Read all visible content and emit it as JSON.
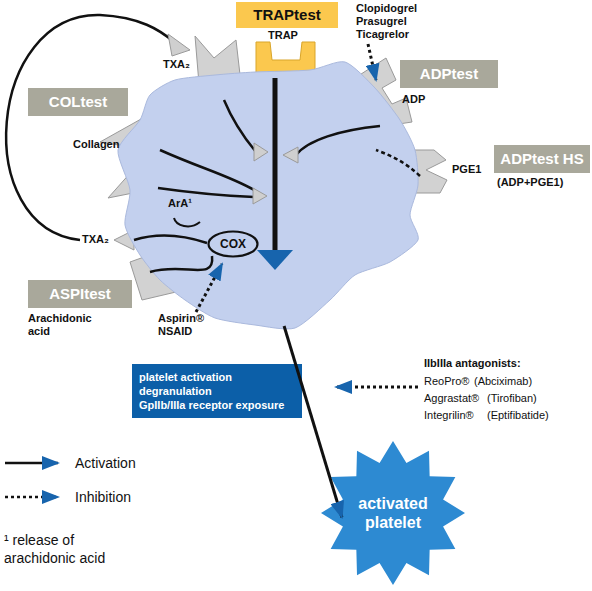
{
  "diagram": {
    "nodes": [
      {
        "text": [
          "TRAPtest"
        ]
      },
      {
        "text": [
          "ADPtest"
        ]
      },
      {
        "text": [
          "COLtest"
        ]
      },
      {
        "text": [
          "ADPtest HS"
        ]
      },
      {
        "text": [
          "ArA¹"
        ]
      },
      {
        "text": [
          "COX"
        ],
        "in": 4
      },
      {
        "text": [
          "ASPItest"
        ]
      },
      {
        "text": [
          "platelet activation",
          "degranulation",
          "GpIIb/IIIa receptor exposure"
        ]
      },
      {
        "text": [
          "activated platelet"
        ]
      }
    ],
    "edges": [
      {
        "from": 4,
        "to": 8,
        "arrow": "to"
      }
    ],
    "labels": [
      "TXA₂",
      "TRAP",
      "Clopidogrel Prasugrel Ticagrelor",
      "ADP",
      "Collagen",
      "PGE1",
      "(ADP+PGE1)",
      "TXA₂",
      "Arachidonic acid",
      "Aspirin® NSAID",
      "IIbIIIa antagonists:",
      "ReoPro®",
      "(Abciximab)",
      "Aggrastat®",
      "(Tirofiban)",
      "Integrilin®",
      "(Eptifibatide)",
      "¹ release of arachidonic acid"
    ],
    "legend": [
      {
        "text": "Activation"
      },
      {
        "text": "Inhibition"
      }
    ]
  }
}
